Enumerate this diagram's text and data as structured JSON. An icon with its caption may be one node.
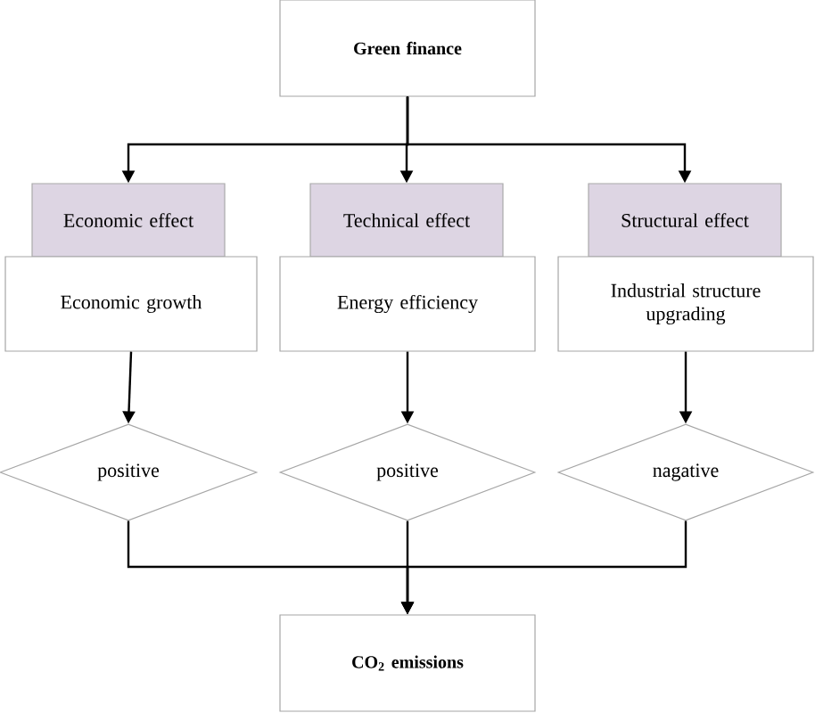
{
  "diagram": {
    "nodes": [
      {
        "text": [
          "Green finance"
        ]
      },
      {
        "text": [
          "Economic effect"
        ]
      },
      {
        "text": [
          "Economic growth"
        ]
      },
      {
        "text": [
          "Technical effect"
        ]
      },
      {
        "text": [
          "Energy efficiency"
        ]
      },
      {
        "text": [
          "Structural effect"
        ]
      },
      {
        "text": [
          "Industrial structure upgrading"
        ]
      },
      {
        "text": [
          "positive"
        ]
      },
      {
        "text": [
          "positive"
        ]
      },
      {
        "text": [
          "nagative"
        ]
      },
      {
        "text": [
          "CO$_{2}$ emissions"
        ]
      }
    ],
    "edges": [
      {
        "from": 0,
        "to": 1,
        "arrow": "to"
      },
      {
        "from": 0,
        "to": 3,
        "arrow": "to"
      },
      {
        "from": 0,
        "to": 5,
        "arrow": "to"
      },
      {
        "from": 2,
        "to": 7,
        "arrow": "to"
      },
      {
        "from": 4,
        "to": 8,
        "arrow": "to"
      },
      {
        "from": 6,
        "to": 9,
        "arrow": "to"
      },
      {
        "from": 7,
        "to": 10,
        "arrow": "to"
      },
      {
        "from": 8,
        "to": 10,
        "arrow": "to"
      },
      {
        "from": 9,
        "to": 10,
        "arrow": "to"
      }
    ]
  }
}
